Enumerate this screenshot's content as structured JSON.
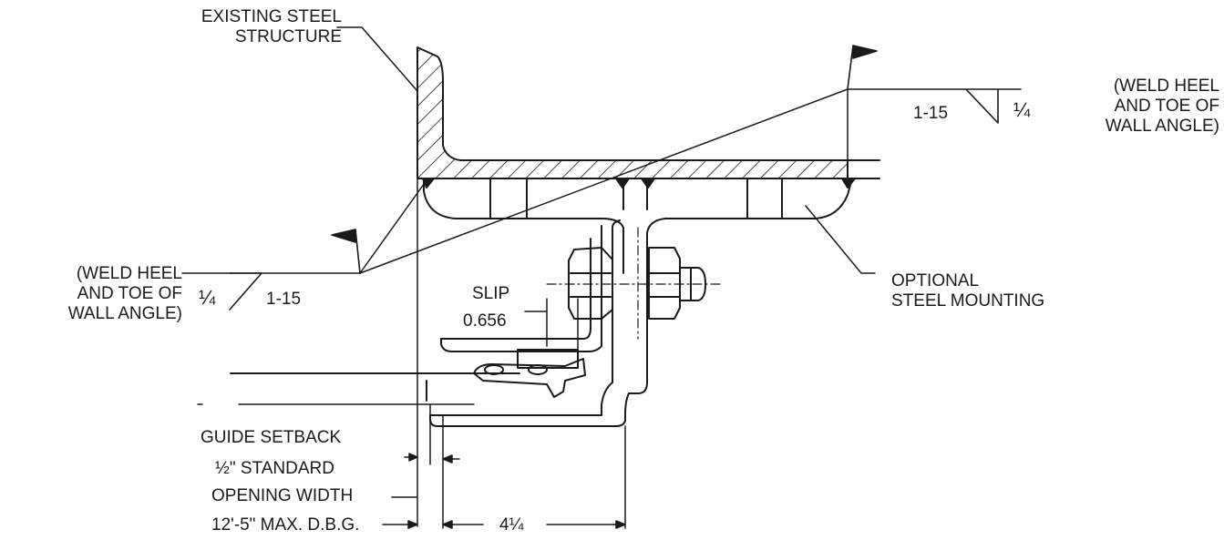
{
  "callouts": {
    "existing_structure": [
      "EXISTING STEEL",
      "STRUCTURE"
    ],
    "optional_mounting": [
      "OPTIONAL",
      "STEEL MOUNTING"
    ],
    "weld_note_right": [
      "(WELD HEEL",
      "AND TOE OF",
      "WALL ANGLE)"
    ],
    "weld_note_left": [
      "(WELD HEEL",
      "AND TOE OF",
      "WALL ANGLE)"
    ]
  },
  "weld_symbols": {
    "right": {
      "size": "¼",
      "length_pitch": "1-15"
    },
    "left": {
      "size": "¼",
      "length_pitch": "1-15"
    }
  },
  "dimensions": {
    "slip_label": "SLIP",
    "slip_value": "0.656",
    "guide_setback": "GUIDE SETBACK",
    "standard_setback": "½\" STANDARD",
    "opening_width": "OPENING WIDTH",
    "max_dbg": "12'-5\" MAX. D.B.G.",
    "depth": "4¼"
  }
}
